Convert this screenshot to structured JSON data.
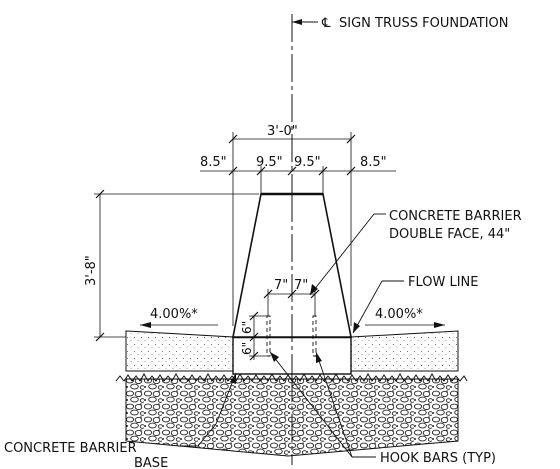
{
  "diagram": {
    "centerline_label": "SIGN TRUSS FOUNDATION",
    "centerline_symbol": "℄",
    "dimensions": {
      "total_width": "3'-0\"",
      "left_offset": "8.5\"",
      "left_half_top": "9.5\"",
      "right_half_top": "9.5\"",
      "right_offset": "8.5\"",
      "height": "3'-8\"",
      "bar_left": "7\"",
      "bar_right": "7\"",
      "vertical_upper": "6\"",
      "vertical_lower": "6\""
    },
    "slopes": {
      "left": "4.00%*",
      "right": "4.00%*"
    },
    "callouts": {
      "barrier_line1": "CONCRETE BARRIER",
      "barrier_line2": "DOUBLE FACE, 44\"",
      "flow_line": "FLOW LINE",
      "base_line1": "CONCRETE BARRIER",
      "base_line2": "BASE",
      "hook_bars": "HOOK BARS (TYP)"
    }
  }
}
